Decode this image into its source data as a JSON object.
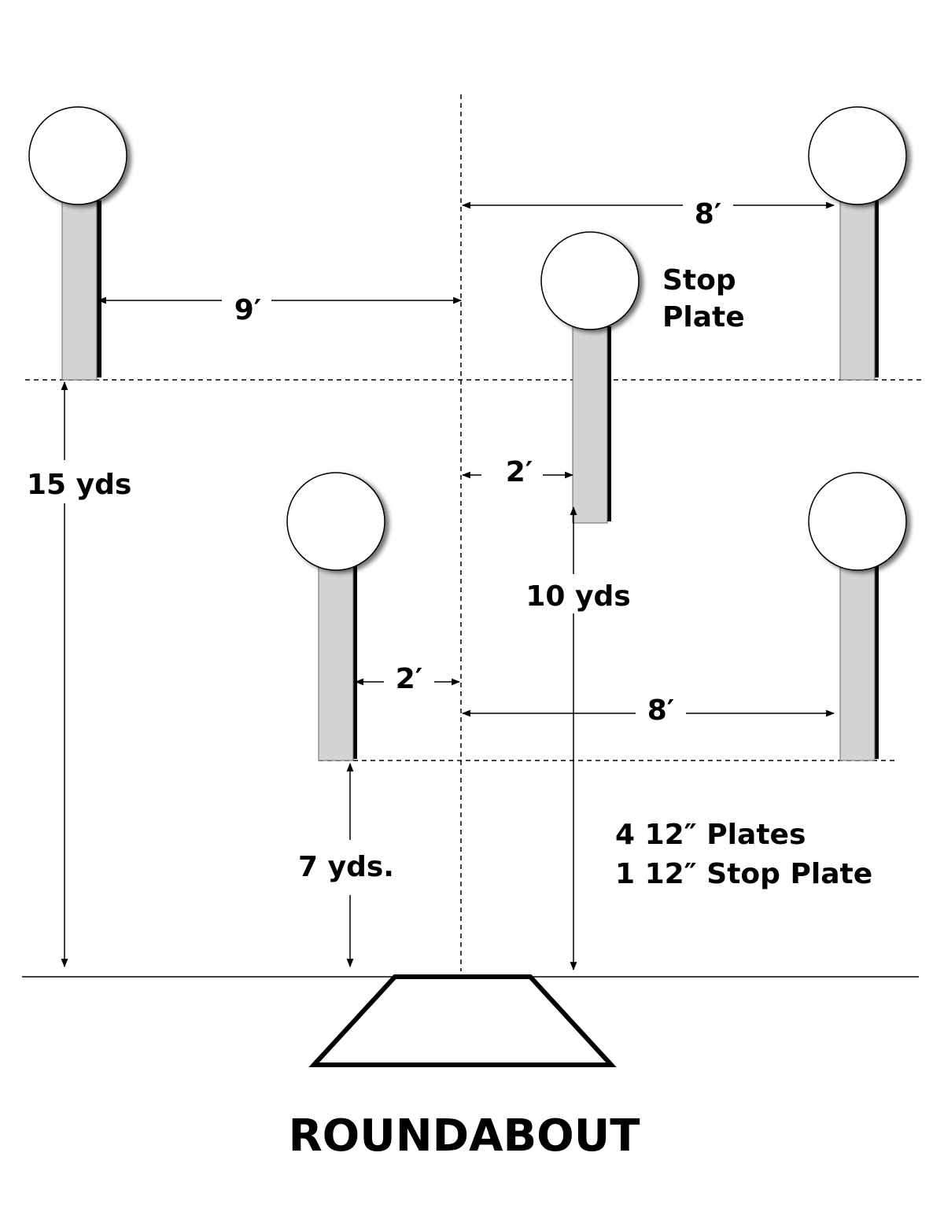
{
  "title": "ROUNDABOUT",
  "dimensions": {
    "top_spacing_right": "8′",
    "top_spacing_left": "9′",
    "stop_plate_offset": "2′",
    "near_plate_offset": "2′",
    "near_spacing_right": "8′",
    "far_distance": "15 yds",
    "stop_plate_distance": "10 yds",
    "near_distance": "7 yds."
  },
  "stop_plate_label": {
    "line1": "Stop",
    "line2": "Plate"
  },
  "legend": {
    "line1": "4 12″ Plates",
    "line2": "1 12″ Stop Plate"
  }
}
